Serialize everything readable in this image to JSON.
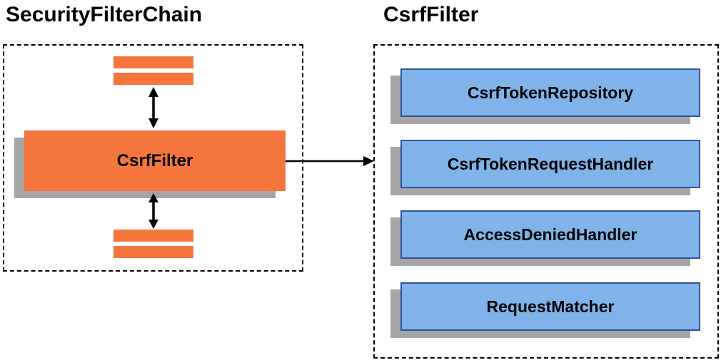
{
  "left_panel": {
    "title": "SecurityFilterChain",
    "filter_label": "CsrfFilter"
  },
  "right_panel": {
    "title": "CsrfFilter",
    "components": [
      "CsrfTokenRepository",
      "CsrfTokenRequestHandler",
      "AccessDeniedHandler",
      "RequestMatcher"
    ]
  },
  "colors": {
    "orange": "#f4763c",
    "blue_fill": "#7fb3ea",
    "blue_border": "#2f5597",
    "shadow": "#a5a5a5"
  }
}
